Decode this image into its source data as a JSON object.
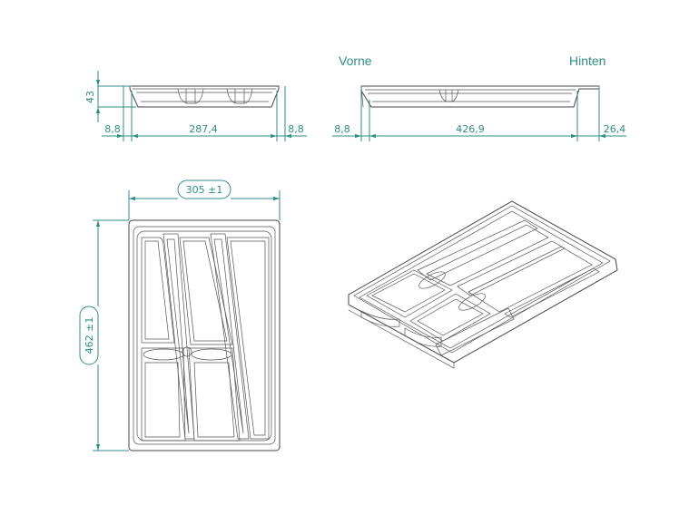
{
  "labels": {
    "front": "Vorne",
    "back": "Hinten"
  },
  "dimensions": {
    "height": "43",
    "side_margin_left": "8,8",
    "inner_width": "287,4",
    "side_margin_right": "8,8",
    "front_margin": "8,8",
    "inner_depth": "426,9",
    "back_margin": "26,4",
    "overall_width": "305 ±1",
    "overall_depth": "462 ±1"
  },
  "colors": {
    "dimension_lines": "#2f8f86",
    "part_outline": "#444444"
  }
}
